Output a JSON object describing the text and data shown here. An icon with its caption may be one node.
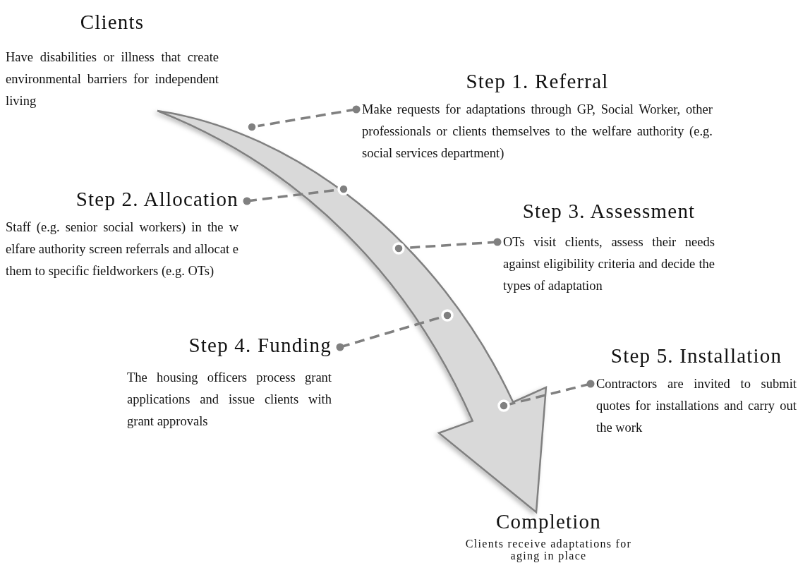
{
  "diagram": {
    "nodes": [
      {
        "text": [
          "Clients",
          "Have disabilities or illness that create environmental barriers for independent living"
        ]
      },
      {
        "text": [
          "Step 1. Referral",
          "Make requests for adaptations through GP, Social Worker, other professionals or clients themselves to the welfare authority (e.g. social services department)"
        ]
      },
      {
        "text": [
          "Step 2. Allocation",
          "Staff (e.g. senior social workers) in the w elfare authority screen referrals and allocat e them to specific fieldworkers (e.g. OTs)"
        ]
      },
      {
        "text": [
          "Step 3. Assessment",
          "OTs visit clients, assess their needs against eligibility criteria and decide the types of adaptation"
        ]
      },
      {
        "text": [
          "Step 4. Funding",
          "The housing officers process grant applications and issue clients with grant approvals"
        ]
      },
      {
        "text": [
          "Step 5. Installation",
          "Contractors are invited to submit quotes for installations and carry out the work"
        ]
      },
      {
        "text": [
          "Completion",
          "Clients receive adaptations for aging in place"
        ]
      }
    ],
    "edges": [
      {
        "from": 0,
        "to": 6,
        "arrow": "to",
        "style": "thick",
        "color": "#d9d9d9"
      },
      {
        "from": 1,
        "to": null,
        "arrow": "other",
        "style": "dashed"
      },
      {
        "from": 2,
        "to": null,
        "arrow": "other",
        "style": "dashed"
      },
      {
        "from": 3,
        "to": null,
        "arrow": "other",
        "style": "dashed"
      },
      {
        "from": 4,
        "to": null,
        "arrow": "other",
        "style": "dashed"
      },
      {
        "from": 5,
        "to": null,
        "arrow": "other",
        "style": "dashed"
      }
    ]
  }
}
